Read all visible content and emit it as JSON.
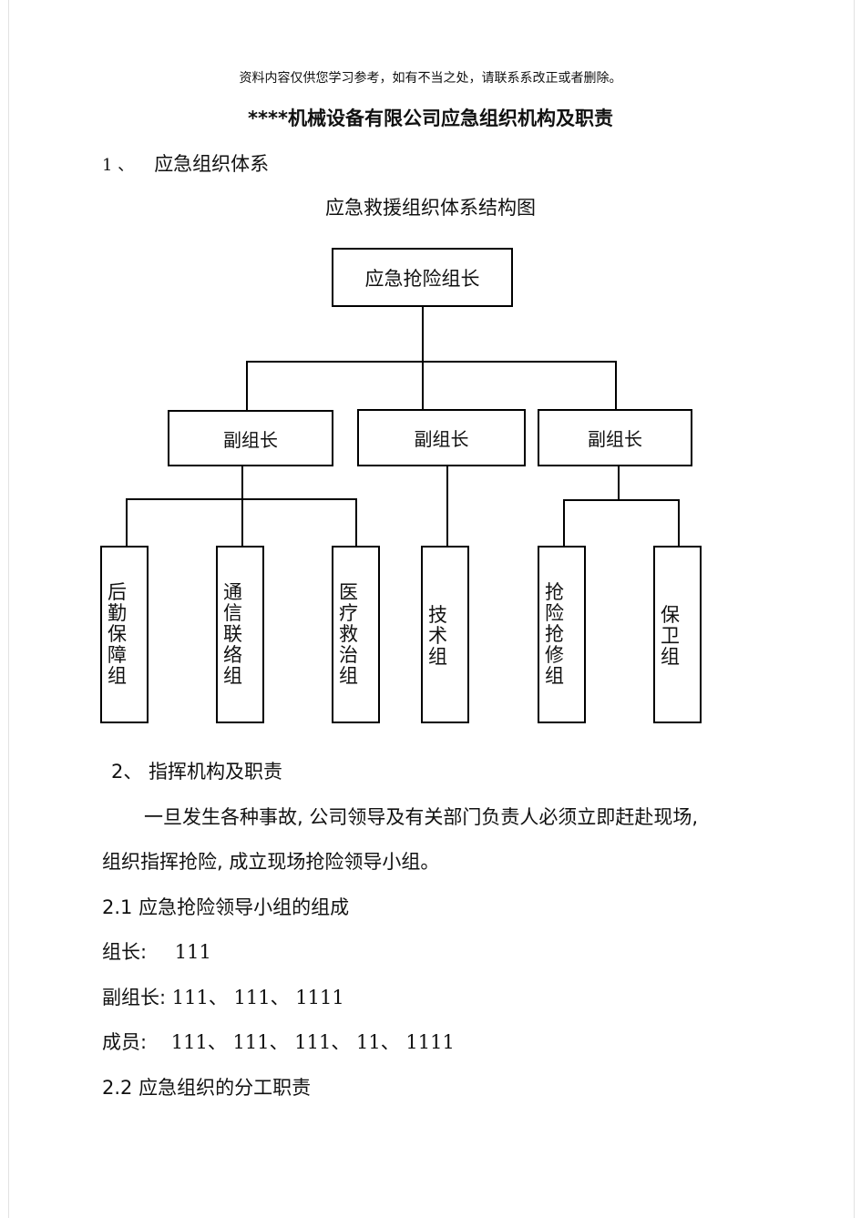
{
  "header": {
    "watermark": "资料内容仅供您学习参考，如有不当之处，请联系系改正或者删除。",
    "title": "****机械设备有限公司应急组织机构及职责"
  },
  "section1": {
    "number": "1 、",
    "heading": "应急组织体系"
  },
  "org_chart": {
    "title": "应急救援组织体系结构图",
    "root": "应急抢险组长",
    "deputies": [
      "副组长",
      "副组长",
      "副组长"
    ],
    "teams": [
      "后勤保障组",
      "通信联络组",
      "医疗救治组",
      "技术组",
      "抢险抢修组",
      "保卫组"
    ]
  },
  "section2": {
    "heading": "2、 指挥机构及职责",
    "para_line1": "一旦发生各种事故, 公司领导及有关部门负责人必须立即赶赴现场,",
    "para_line2": "组织指挥抢险, 成立现场抢险领导小组。",
    "sub21_heading": "2.1 应急抢险领导小组的组成",
    "leader_label": "组长:",
    "leader_value": "111",
    "deputy_label": "副组长:",
    "deputy_value": "111、 111、 1111",
    "members_label": "成员:",
    "members_value": "111、 111、 111、 11、 1111",
    "sub22_heading": "2.2 应急组织的分工职责"
  }
}
